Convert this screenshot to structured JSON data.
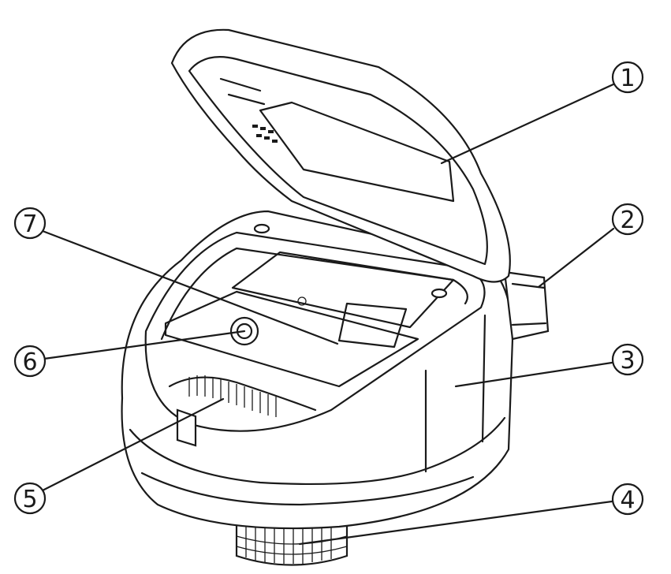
{
  "callouts": [
    {
      "label": "1",
      "part": "lid"
    },
    {
      "label": "2",
      "part": "side-connector"
    },
    {
      "label": "3",
      "part": "housing"
    },
    {
      "label": "4",
      "part": "threaded-coupling"
    },
    {
      "label": "5",
      "part": "dial-ring"
    },
    {
      "label": "6",
      "part": "button"
    },
    {
      "label": "7",
      "part": "battery-compartment"
    }
  ]
}
